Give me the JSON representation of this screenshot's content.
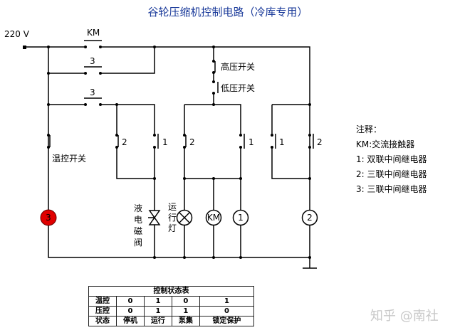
{
  "title": "谷轮压缩机控制电路（冷库专用）",
  "supply": "220 V",
  "labels": {
    "km_contact": "KM",
    "relay3_a": "3",
    "relay3_b": "3",
    "high_pressure": "高压开关",
    "low_pressure": "低压开关",
    "thermostat": "温控开关",
    "c2a": "2",
    "c1a": "1",
    "c2b": "2",
    "c1b": "1",
    "c1c": "1",
    "c2c": "2",
    "valve": [
      "液",
      "电",
      "磁",
      "阀"
    ],
    "lamp": [
      "运",
      "行",
      "灯"
    ],
    "coil3": "3",
    "coil_km": "KM",
    "coil1": "1",
    "coil2": "2"
  },
  "legend": {
    "heading": "注释：",
    "items": [
      "KM:交流接触器",
      "1:  双联中间继电器",
      "2:  三联中间继电器",
      "3:  三联中间继电器"
    ]
  },
  "table": {
    "title": "控制状态表",
    "rows": [
      [
        "温控",
        "0",
        "1",
        "0",
        "1"
      ],
      [
        "压控",
        "0",
        "1",
        "1",
        "0"
      ],
      [
        "状态",
        "停机",
        "运行",
        "泵集",
        "锁定保护"
      ]
    ]
  },
  "colors": {
    "title": "#1a3a9a",
    "coil3": "#e00000"
  },
  "watermark": "知乎 @南社"
}
